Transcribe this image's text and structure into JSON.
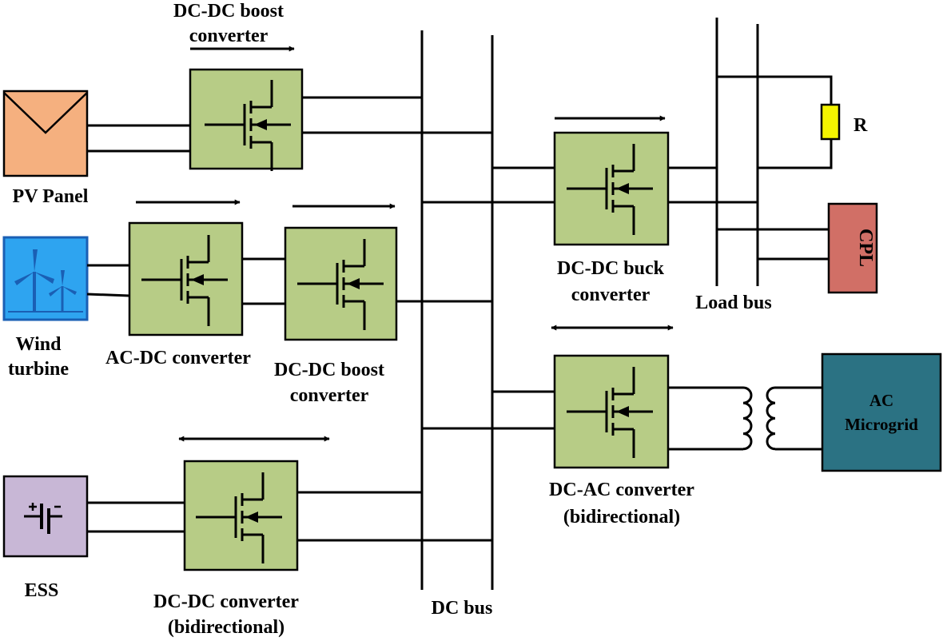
{
  "colors": {
    "converter_fill": "#b7cc86",
    "pv_fill": "#f5b07f",
    "wind_fill": "#2ea4f0",
    "wind_border": "#1a5fb4",
    "ess_fill": "#c8b7d6",
    "resistor_fill": "#f4f400",
    "cpl_fill": "#d16f66",
    "microgrid_fill": "#2b7283",
    "line": "#000000"
  },
  "sources": {
    "pv": "PV Panel",
    "wind_line1": "Wind",
    "wind_line2": "turbine",
    "ess": "ESS"
  },
  "converters": {
    "pv_boost_line1": "DC-DC boost",
    "pv_boost_line2": "converter",
    "ac_dc": "AC-DC converter",
    "wind_boost_line1": "DC-DC boost",
    "wind_boost_line2": "converter",
    "ess_line1": "DC-DC converter",
    "ess_line2": "(bidirectional)",
    "buck_line1": "DC-DC buck",
    "buck_line2": "converter",
    "dcac_line1": "DC-AC converter",
    "dcac_line2": "(bidirectional)"
  },
  "buses": {
    "dc_bus": "DC bus",
    "load_bus": "Load bus"
  },
  "loads": {
    "resistor": "R",
    "cpl": "CPL",
    "microgrid_line1": "AC",
    "microgrid_line2": "Microgrid"
  }
}
